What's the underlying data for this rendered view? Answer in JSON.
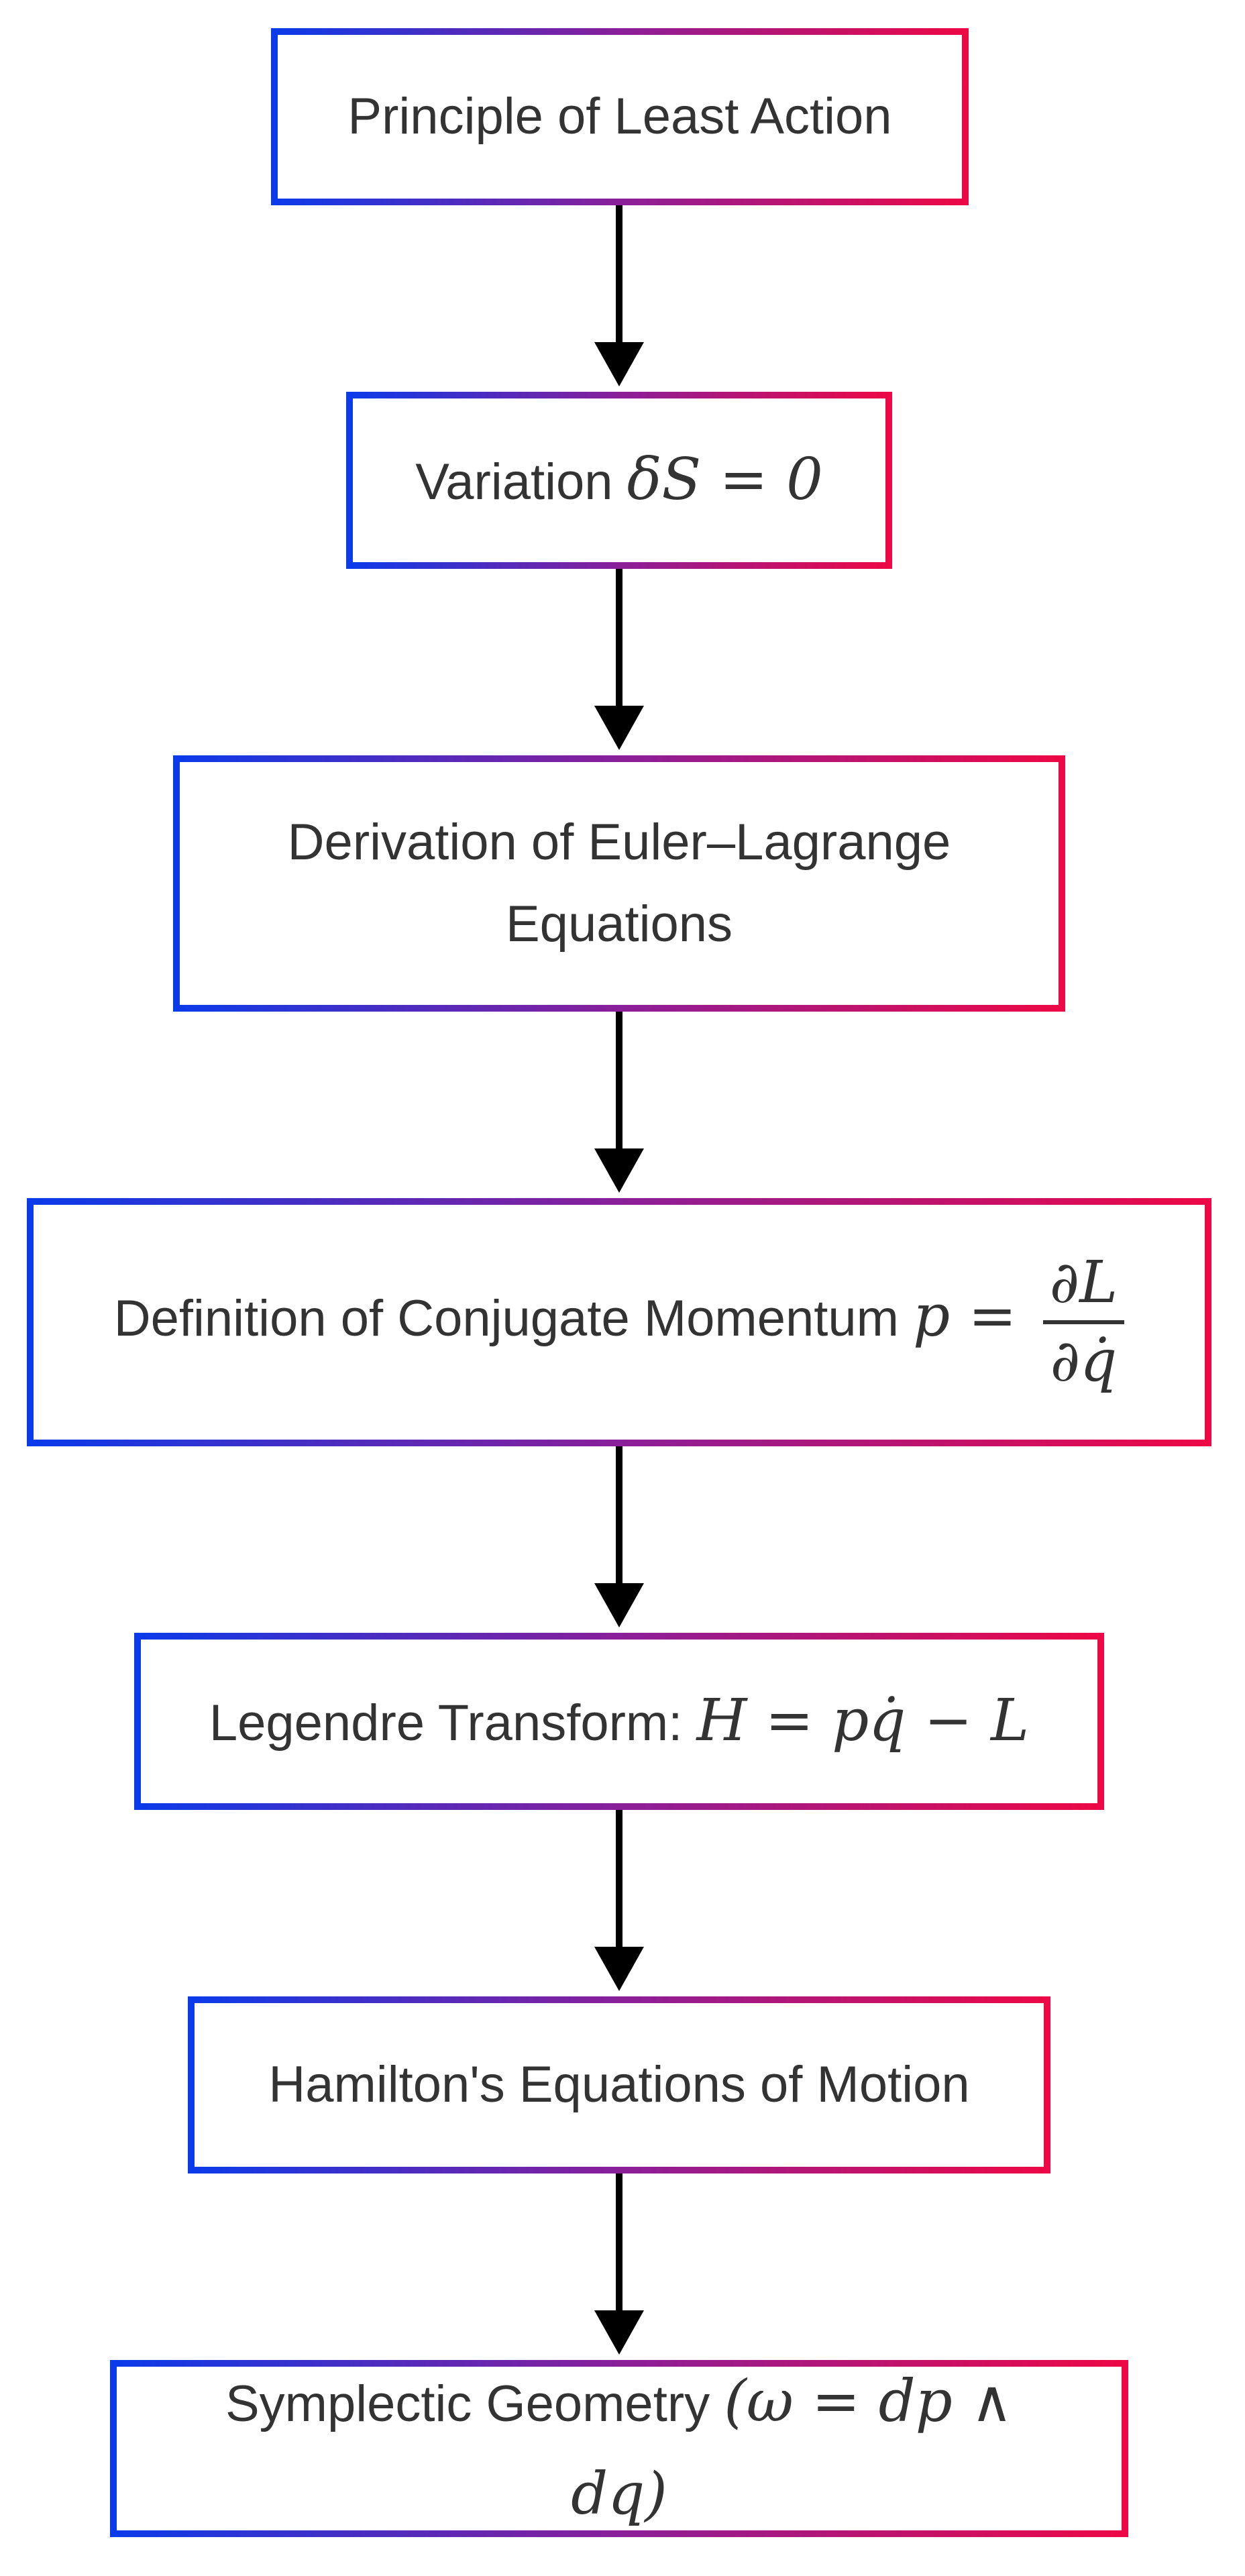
{
  "colors": {
    "gradient_start": "#0a3bea",
    "gradient_mid": "#8a1f99",
    "gradient_end": "#ee0845",
    "text": "#333333",
    "arrow": "#000000"
  },
  "nodes": [
    {
      "text": "Principle of Least Action"
    },
    {
      "text": "Variation",
      "math": "δS = 0"
    },
    {
      "text": "Derivation of Euler–Lagrange Equations"
    },
    {
      "text": "Definition of Conjugate Momentum",
      "math": "p =",
      "frac_num": "∂L",
      "frac_den": "∂q̇"
    },
    {
      "text": "Legendre Transform:",
      "math": "H = pq̇ − L"
    },
    {
      "text": "Hamilton's Equations of Motion"
    },
    {
      "text": "Symplectic Geometry",
      "math": "(ω = dp ∧ dq)"
    }
  ],
  "edges": [
    {
      "from": 0,
      "to": 1
    },
    {
      "from": 1,
      "to": 2
    },
    {
      "from": 2,
      "to": 3
    },
    {
      "from": 3,
      "to": 4
    },
    {
      "from": 4,
      "to": 5
    },
    {
      "from": 5,
      "to": 6
    }
  ]
}
